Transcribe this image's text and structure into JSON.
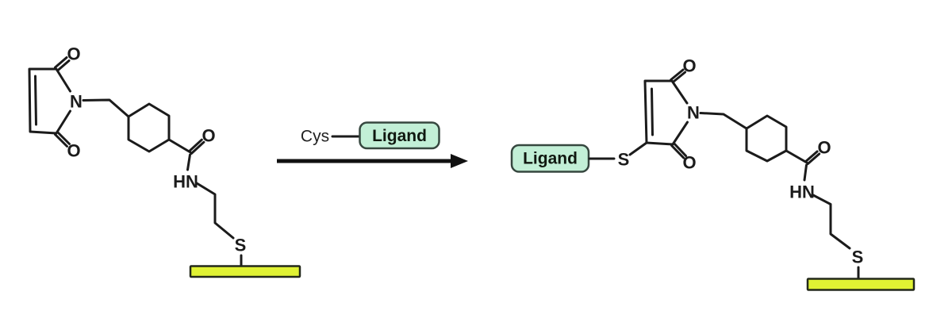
{
  "colors": {
    "background": "#ffffff",
    "bond": "#1b1b1b",
    "atom_text": "#1b1b1b",
    "ligand_fill": "#c2efd6",
    "ligand_border": "#36473f",
    "surface_fill": "#e0f233",
    "surface_border": "#23281a",
    "arrow": "#111111"
  },
  "reactant": {
    "maleimide": {
      "n": "N",
      "o_top": "O",
      "o_bottom": "O"
    },
    "amide": {
      "o": "O",
      "hn": "HN"
    },
    "thiol": {
      "s": "S"
    }
  },
  "conditions": {
    "cys": "Cys",
    "ligand": "Ligand"
  },
  "product": {
    "ligand": "Ligand",
    "thioether_s": "S",
    "maleimide": {
      "n": "N",
      "o_top": "O",
      "o_bottom": "O"
    },
    "amide": {
      "o": "O",
      "hn": "HN"
    },
    "thiol": {
      "s": "S"
    }
  }
}
